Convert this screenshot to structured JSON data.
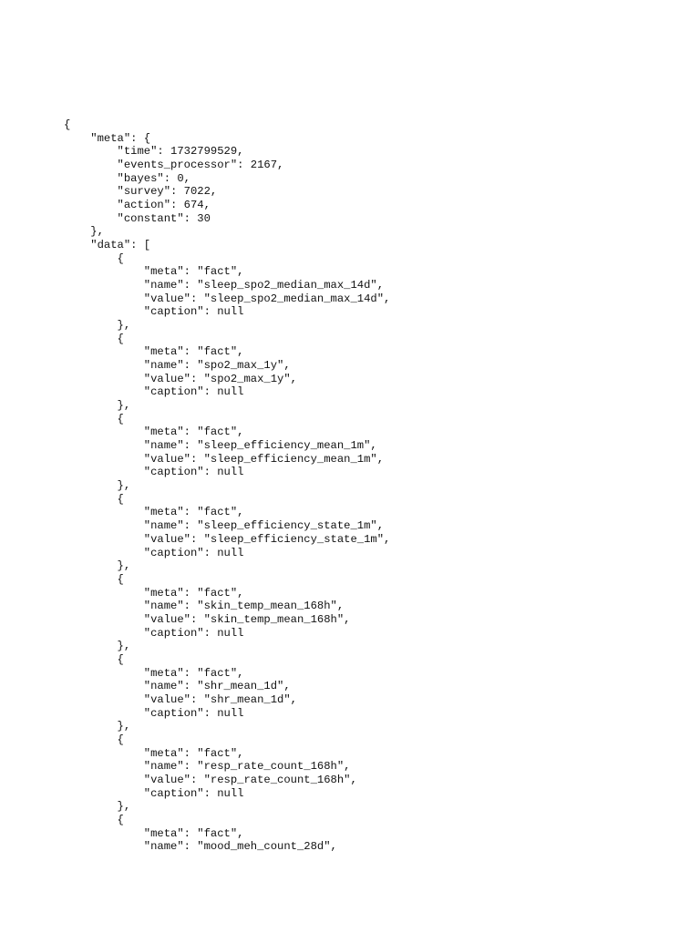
{
  "document": {
    "lines": [
      "{",
      "    \"meta\": {",
      "        \"time\": 1732799529,",
      "        \"events_processor\": 2167,",
      "        \"bayes\": 0,",
      "        \"survey\": 7022,",
      "        \"action\": 674,",
      "        \"constant\": 30",
      "    },",
      "    \"data\": [",
      "        {",
      "            \"meta\": \"fact\",",
      "            \"name\": \"sleep_spo2_median_max_14d\",",
      "            \"value\": \"sleep_spo2_median_max_14d\",",
      "            \"caption\": null",
      "        },",
      "        {",
      "            \"meta\": \"fact\",",
      "            \"name\": \"spo2_max_1y\",",
      "            \"value\": \"spo2_max_1y\",",
      "            \"caption\": null",
      "        },",
      "        {",
      "            \"meta\": \"fact\",",
      "            \"name\": \"sleep_efficiency_mean_1m\",",
      "            \"value\": \"sleep_efficiency_mean_1m\",",
      "            \"caption\": null",
      "        },",
      "        {",
      "            \"meta\": \"fact\",",
      "            \"name\": \"sleep_efficiency_state_1m\",",
      "            \"value\": \"sleep_efficiency_state_1m\",",
      "            \"caption\": null",
      "        },",
      "        {",
      "            \"meta\": \"fact\",",
      "            \"name\": \"skin_temp_mean_168h\",",
      "            \"value\": \"skin_temp_mean_168h\",",
      "            \"caption\": null",
      "        },",
      "        {",
      "            \"meta\": \"fact\",",
      "            \"name\": \"shr_mean_1d\",",
      "            \"value\": \"shr_mean_1d\",",
      "            \"caption\": null",
      "        },",
      "        {",
      "            \"meta\": \"fact\",",
      "            \"name\": \"resp_rate_count_168h\",",
      "            \"value\": \"resp_rate_count_168h\",",
      "            \"caption\": null",
      "        },",
      "        {",
      "            \"meta\": \"fact\",",
      "            \"name\": \"mood_meh_count_28d\","
    ]
  }
}
